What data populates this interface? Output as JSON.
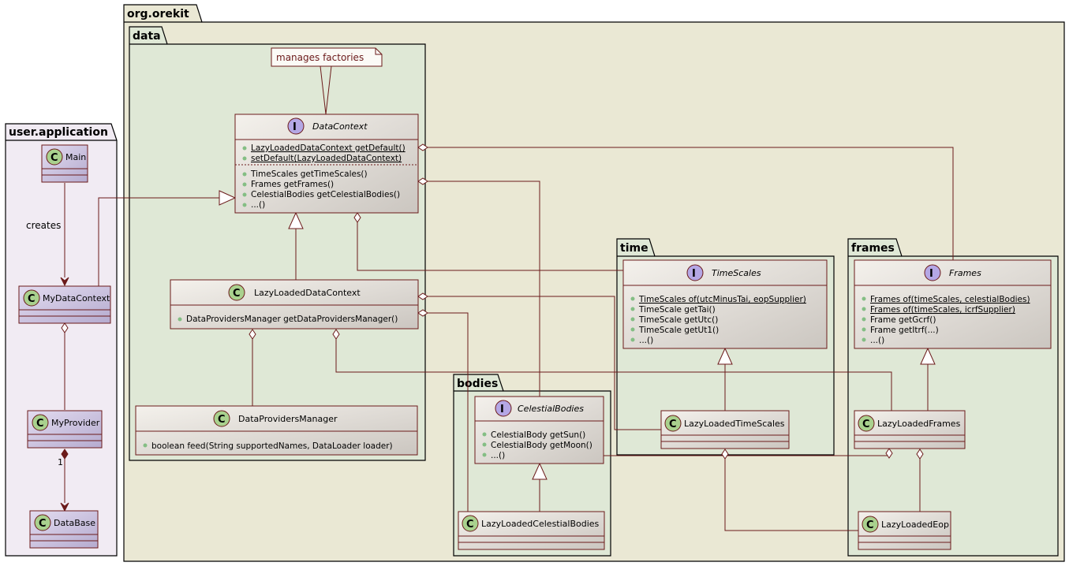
{
  "packages": {
    "orekit": "org.orekit",
    "data": "data",
    "user": "user.application",
    "time": "time",
    "frames": "frames",
    "bodies": "bodies"
  },
  "note": "manages factories",
  "edge_label_creates": "creates",
  "multiplicity_one": "1",
  "stereotypes": {
    "class": "C",
    "interface": "I"
  },
  "classes": {
    "data_context": {
      "name": "DataContext",
      "static_members": [
        "LazyLoadedDataContext getDefault()",
        "setDefault(LazyLoadedDataContext)"
      ],
      "members": [
        "TimeScales getTimeScales()",
        "Frames getFrames()",
        "CelestialBodies getCelestialBodies()",
        "...()"
      ]
    },
    "lazy_data_context": {
      "name": "LazyLoadedDataContext",
      "members": [
        "DataProvidersManager getDataProvidersManager()"
      ]
    },
    "data_providers_manager": {
      "name": "DataProvidersManager",
      "members": [
        "boolean feed(String supportedNames, DataLoader loader)"
      ]
    },
    "main": {
      "name": "Main"
    },
    "my_data_context": {
      "name": "MyDataContext"
    },
    "my_provider": {
      "name": "MyProvider"
    },
    "database": {
      "name": "DataBase"
    },
    "time_scales": {
      "name": "TimeScales",
      "static_members": [
        "TimeScales of(utcMinusTai, eopSupplier)"
      ],
      "members": [
        "TimeScale getTai()",
        "TimeScale getUtc()",
        "TimeScale getUt1()",
        "...()"
      ]
    },
    "lazy_time_scales": {
      "name": "LazyLoadedTimeScales"
    },
    "frames": {
      "name": "Frames",
      "static_members": [
        "Frames of(timeScales, celestialBodies)",
        "Frames of(timeScales, icrfSupplier)"
      ],
      "members": [
        "Frame getGcrf()",
        "Frame getItrf(...)",
        "...()"
      ]
    },
    "lazy_frames": {
      "name": "LazyLoadedFrames"
    },
    "lazy_eop": {
      "name": "LazyLoadedEop"
    },
    "celestial_bodies": {
      "name": "CelestialBodies",
      "members": [
        "CelestialBody getSun()",
        "CelestialBody getMoon()",
        "...()"
      ]
    },
    "lazy_celestial_bodies": {
      "name": "LazyLoadedCelestialBodies"
    }
  },
  "colors": {
    "edge": "#6b1a1a",
    "orekit_bg": "#eae8d4",
    "subpkg_bg": "#dfe8d6",
    "user_bg": "#f1ebf3",
    "class_stereo": "#a9d18e",
    "interface_stereo": "#b4a7e5"
  }
}
